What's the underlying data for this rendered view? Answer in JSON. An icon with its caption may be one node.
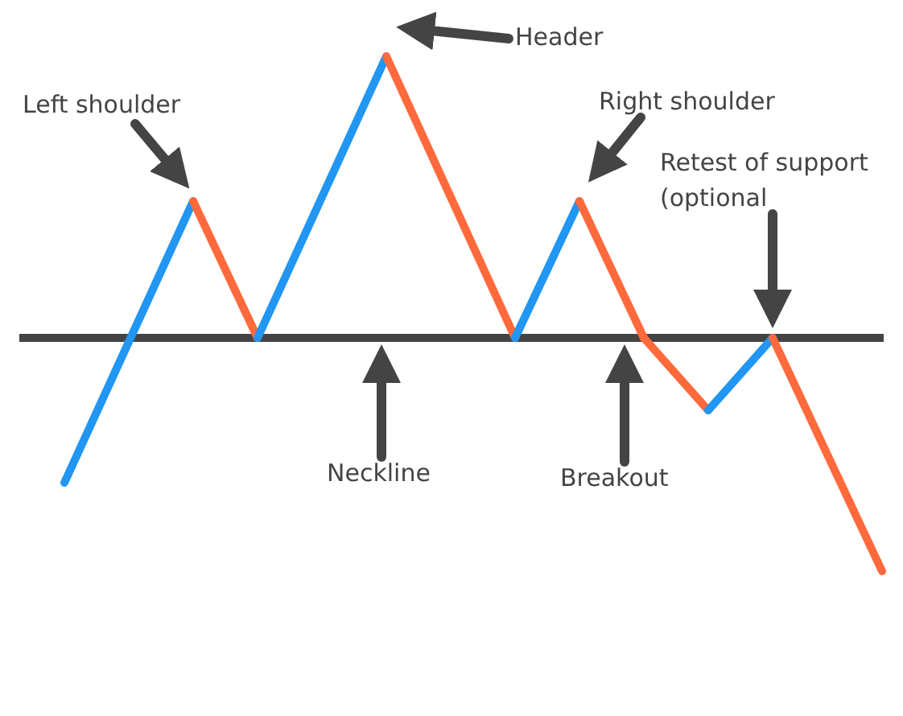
{
  "diagram": {
    "nodes": [
      {
        "text": [
          "Left shoulder"
        ]
      },
      {
        "text": [
          "Header"
        ]
      },
      {
        "text": [
          "Right shoulder"
        ]
      },
      {
        "text": [
          "Retest of support (optional"
        ]
      },
      {
        "text": [
          "Neckline"
        ]
      },
      {
        "text": [
          "Breakout"
        ]
      }
    ],
    "edges": [
      {
        "from": 0,
        "to": null,
        "arrow": "to"
      },
      {
        "from": 1,
        "to": null,
        "arrow": "to"
      },
      {
        "from": 2,
        "to": null,
        "arrow": "to"
      },
      {
        "from": 3,
        "to": null,
        "arrow": "to"
      },
      {
        "from": 4,
        "to": null,
        "arrow": "to"
      },
      {
        "from": 5,
        "to": null,
        "arrow": "to"
      }
    ]
  }
}
